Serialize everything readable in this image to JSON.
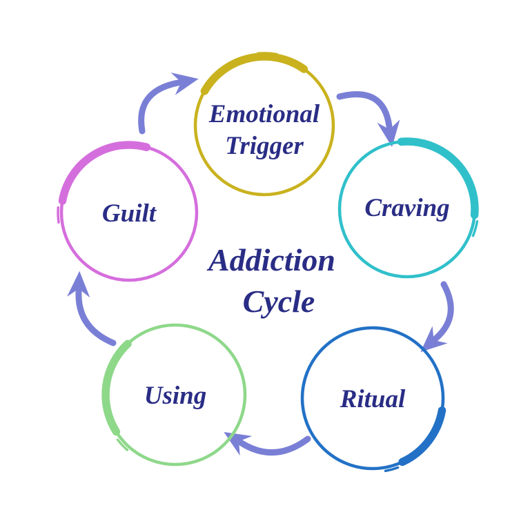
{
  "title": {
    "line1": "Addiction",
    "line2": "Cycle"
  },
  "colors": {
    "text": "#2a2d85",
    "arrow": "#7a7fd6",
    "background": "#ffffff",
    "emotional_trigger": "#c9b21e",
    "craving": "#30c0ca",
    "ritual": "#2271c6",
    "using": "#8ed88a",
    "guilt": "#d56edd"
  },
  "nodes": [
    {
      "id": "emotional-trigger",
      "label_line1": "Emotional",
      "label_line2": "Trigger",
      "color": "#c9b21e"
    },
    {
      "id": "craving",
      "label": "Craving",
      "color": "#30c0ca"
    },
    {
      "id": "ritual",
      "label": "Ritual",
      "color": "#2271c6"
    },
    {
      "id": "using",
      "label": "Using",
      "color": "#8ed88a"
    },
    {
      "id": "guilt",
      "label": "Guilt",
      "color": "#d56edd"
    }
  ],
  "arrows": [
    {
      "from": "guilt",
      "to": "emotional-trigger"
    },
    {
      "from": "emotional-trigger",
      "to": "craving"
    },
    {
      "from": "craving",
      "to": "ritual"
    },
    {
      "from": "ritual",
      "to": "using"
    },
    {
      "from": "using",
      "to": "guilt"
    }
  ]
}
